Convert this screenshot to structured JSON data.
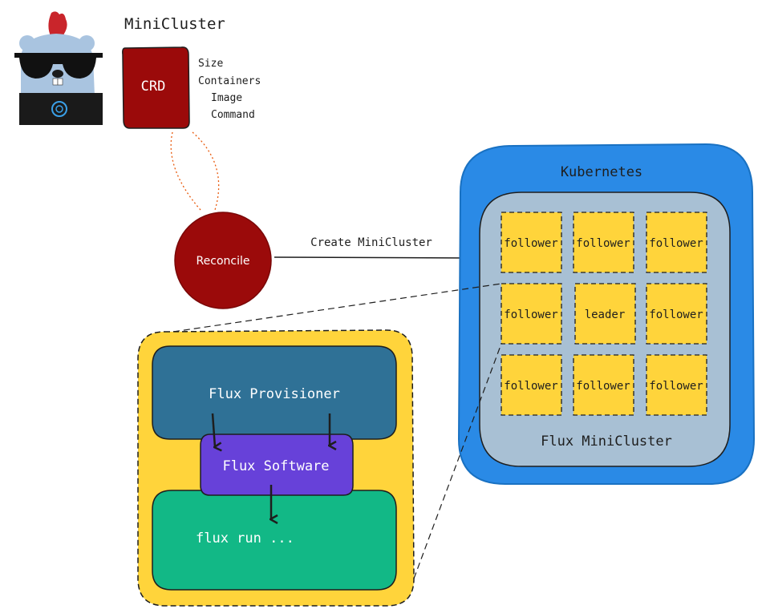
{
  "title": "MiniCluster",
  "crd": {
    "label": "CRD",
    "fields": [
      "Size",
      "Containers",
      "Image",
      "Command"
    ]
  },
  "reconcile": {
    "label": "Reconcile"
  },
  "edge_label": "Create MiniCluster",
  "kubernetes": {
    "title": "Kubernetes",
    "cluster_label": "Flux MiniCluster",
    "nodes": [
      "follower",
      "follower",
      "follower",
      "follower",
      "leader",
      "follower",
      "follower",
      "follower",
      "follower"
    ]
  },
  "pod": {
    "provisioner": "Flux Provisioner",
    "software": "Flux Software",
    "run": "flux run ..."
  },
  "colors": {
    "crd": "#9b0a0a",
    "kubernetes": "#2a8ae6",
    "cluster_inner": "#a8c0d4",
    "node": "#ffd43b",
    "pod_bg": "#ffd43b",
    "provisioner": "#2f7196",
    "software": "#6741d9",
    "run": "#12b886"
  },
  "icons": [
    "gopher-mascot-icon"
  ]
}
